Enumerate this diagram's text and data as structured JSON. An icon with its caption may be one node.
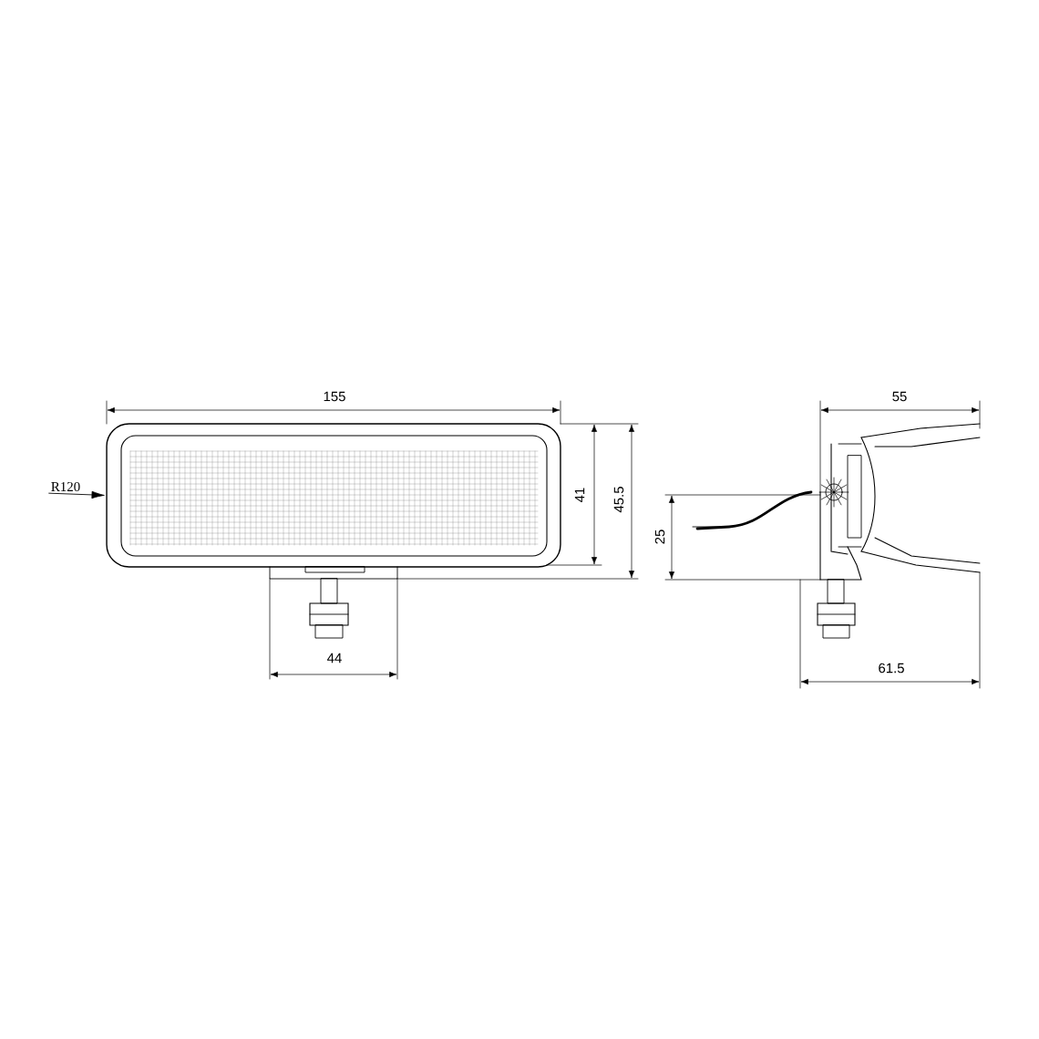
{
  "diagram": {
    "nodes": [
      {
        "text": [
          "R120"
        ]
      },
      {
        "text": [],
        "shape": "box"
      }
    ],
    "edges": [
      {
        "from": 0,
        "to": 1,
        "arrow": "to"
      }
    ],
    "labels": [
      "155",
      "41",
      "45.5",
      "44",
      "55",
      "25",
      "61.5"
    ]
  }
}
